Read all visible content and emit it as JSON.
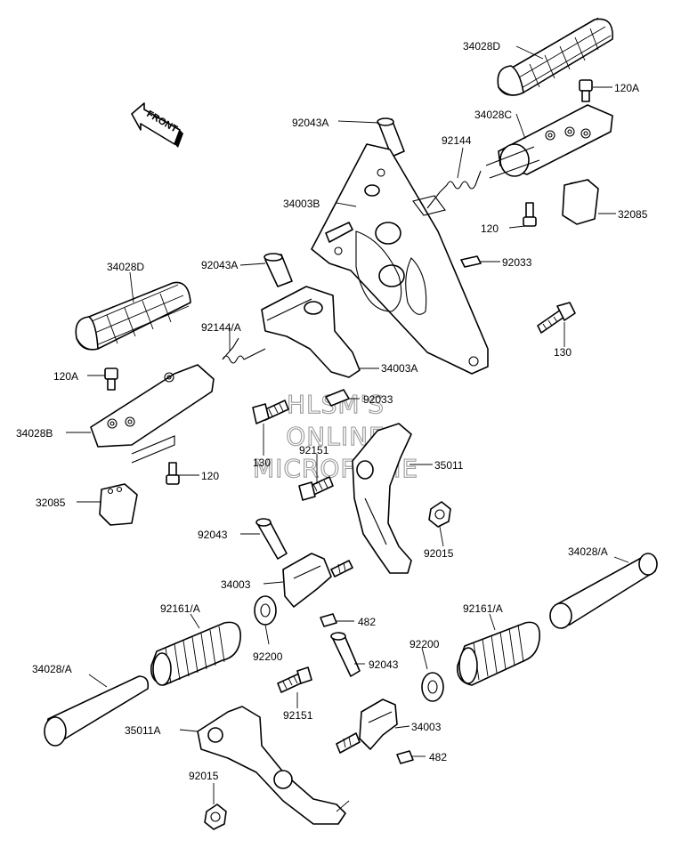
{
  "front_arrow": {
    "text": "FRONT"
  },
  "watermark": [
    "HLSM'S",
    "ONLINE",
    "MICROFICHE"
  ],
  "labels": [
    {
      "id": "l-34028D-top",
      "text": "34028D"
    },
    {
      "id": "l-120A-top",
      "text": "120A"
    },
    {
      "id": "l-92043A-top",
      "text": "92043A"
    },
    {
      "id": "l-34028C",
      "text": "34028C"
    },
    {
      "id": "l-92144",
      "text": "92144"
    },
    {
      "id": "l-34003B",
      "text": "34003B"
    },
    {
      "id": "l-32085-top",
      "text": "32085"
    },
    {
      "id": "l-120-top",
      "text": "120"
    },
    {
      "id": "l-92033-top",
      "text": "92033"
    },
    {
      "id": "l-34028D-left",
      "text": "34028D"
    },
    {
      "id": "l-92043A-mid",
      "text": "92043A"
    },
    {
      "id": "l-92144A",
      "text": "92144/A"
    },
    {
      "id": "l-130-right",
      "text": "130"
    },
    {
      "id": "l-34003A",
      "text": "34003A"
    },
    {
      "id": "l-120A-left",
      "text": "120A"
    },
    {
      "id": "l-92033-mid",
      "text": "92033"
    },
    {
      "id": "l-34028B",
      "text": "34028B"
    },
    {
      "id": "l-130-mid",
      "text": "130"
    },
    {
      "id": "l-92151-top",
      "text": "92151"
    },
    {
      "id": "l-35011",
      "text": "35011"
    },
    {
      "id": "l-120-left",
      "text": "120"
    },
    {
      "id": "l-32085-left",
      "text": "32085"
    },
    {
      "id": "l-92043-left",
      "text": "92043"
    },
    {
      "id": "l-92015-right",
      "text": "92015"
    },
    {
      "id": "l-34028A-right",
      "text": "34028/A"
    },
    {
      "id": "l-34003-mid",
      "text": "34003"
    },
    {
      "id": "l-92161A-left",
      "text": "92161/A"
    },
    {
      "id": "l-482-mid",
      "text": "482"
    },
    {
      "id": "l-92161A-right",
      "text": "92161/A"
    },
    {
      "id": "l-92200-left",
      "text": "92200"
    },
    {
      "id": "l-92200-right",
      "text": "92200"
    },
    {
      "id": "l-34028A-left",
      "text": "34028/A"
    },
    {
      "id": "l-92043-bot",
      "text": "92043"
    },
    {
      "id": "l-92151-bot",
      "text": "92151"
    },
    {
      "id": "l-35011A",
      "text": "35011A"
    },
    {
      "id": "l-34003-bot",
      "text": "34003"
    },
    {
      "id": "l-482-bot",
      "text": "482"
    },
    {
      "id": "l-92015-bot",
      "text": "92015"
    }
  ]
}
